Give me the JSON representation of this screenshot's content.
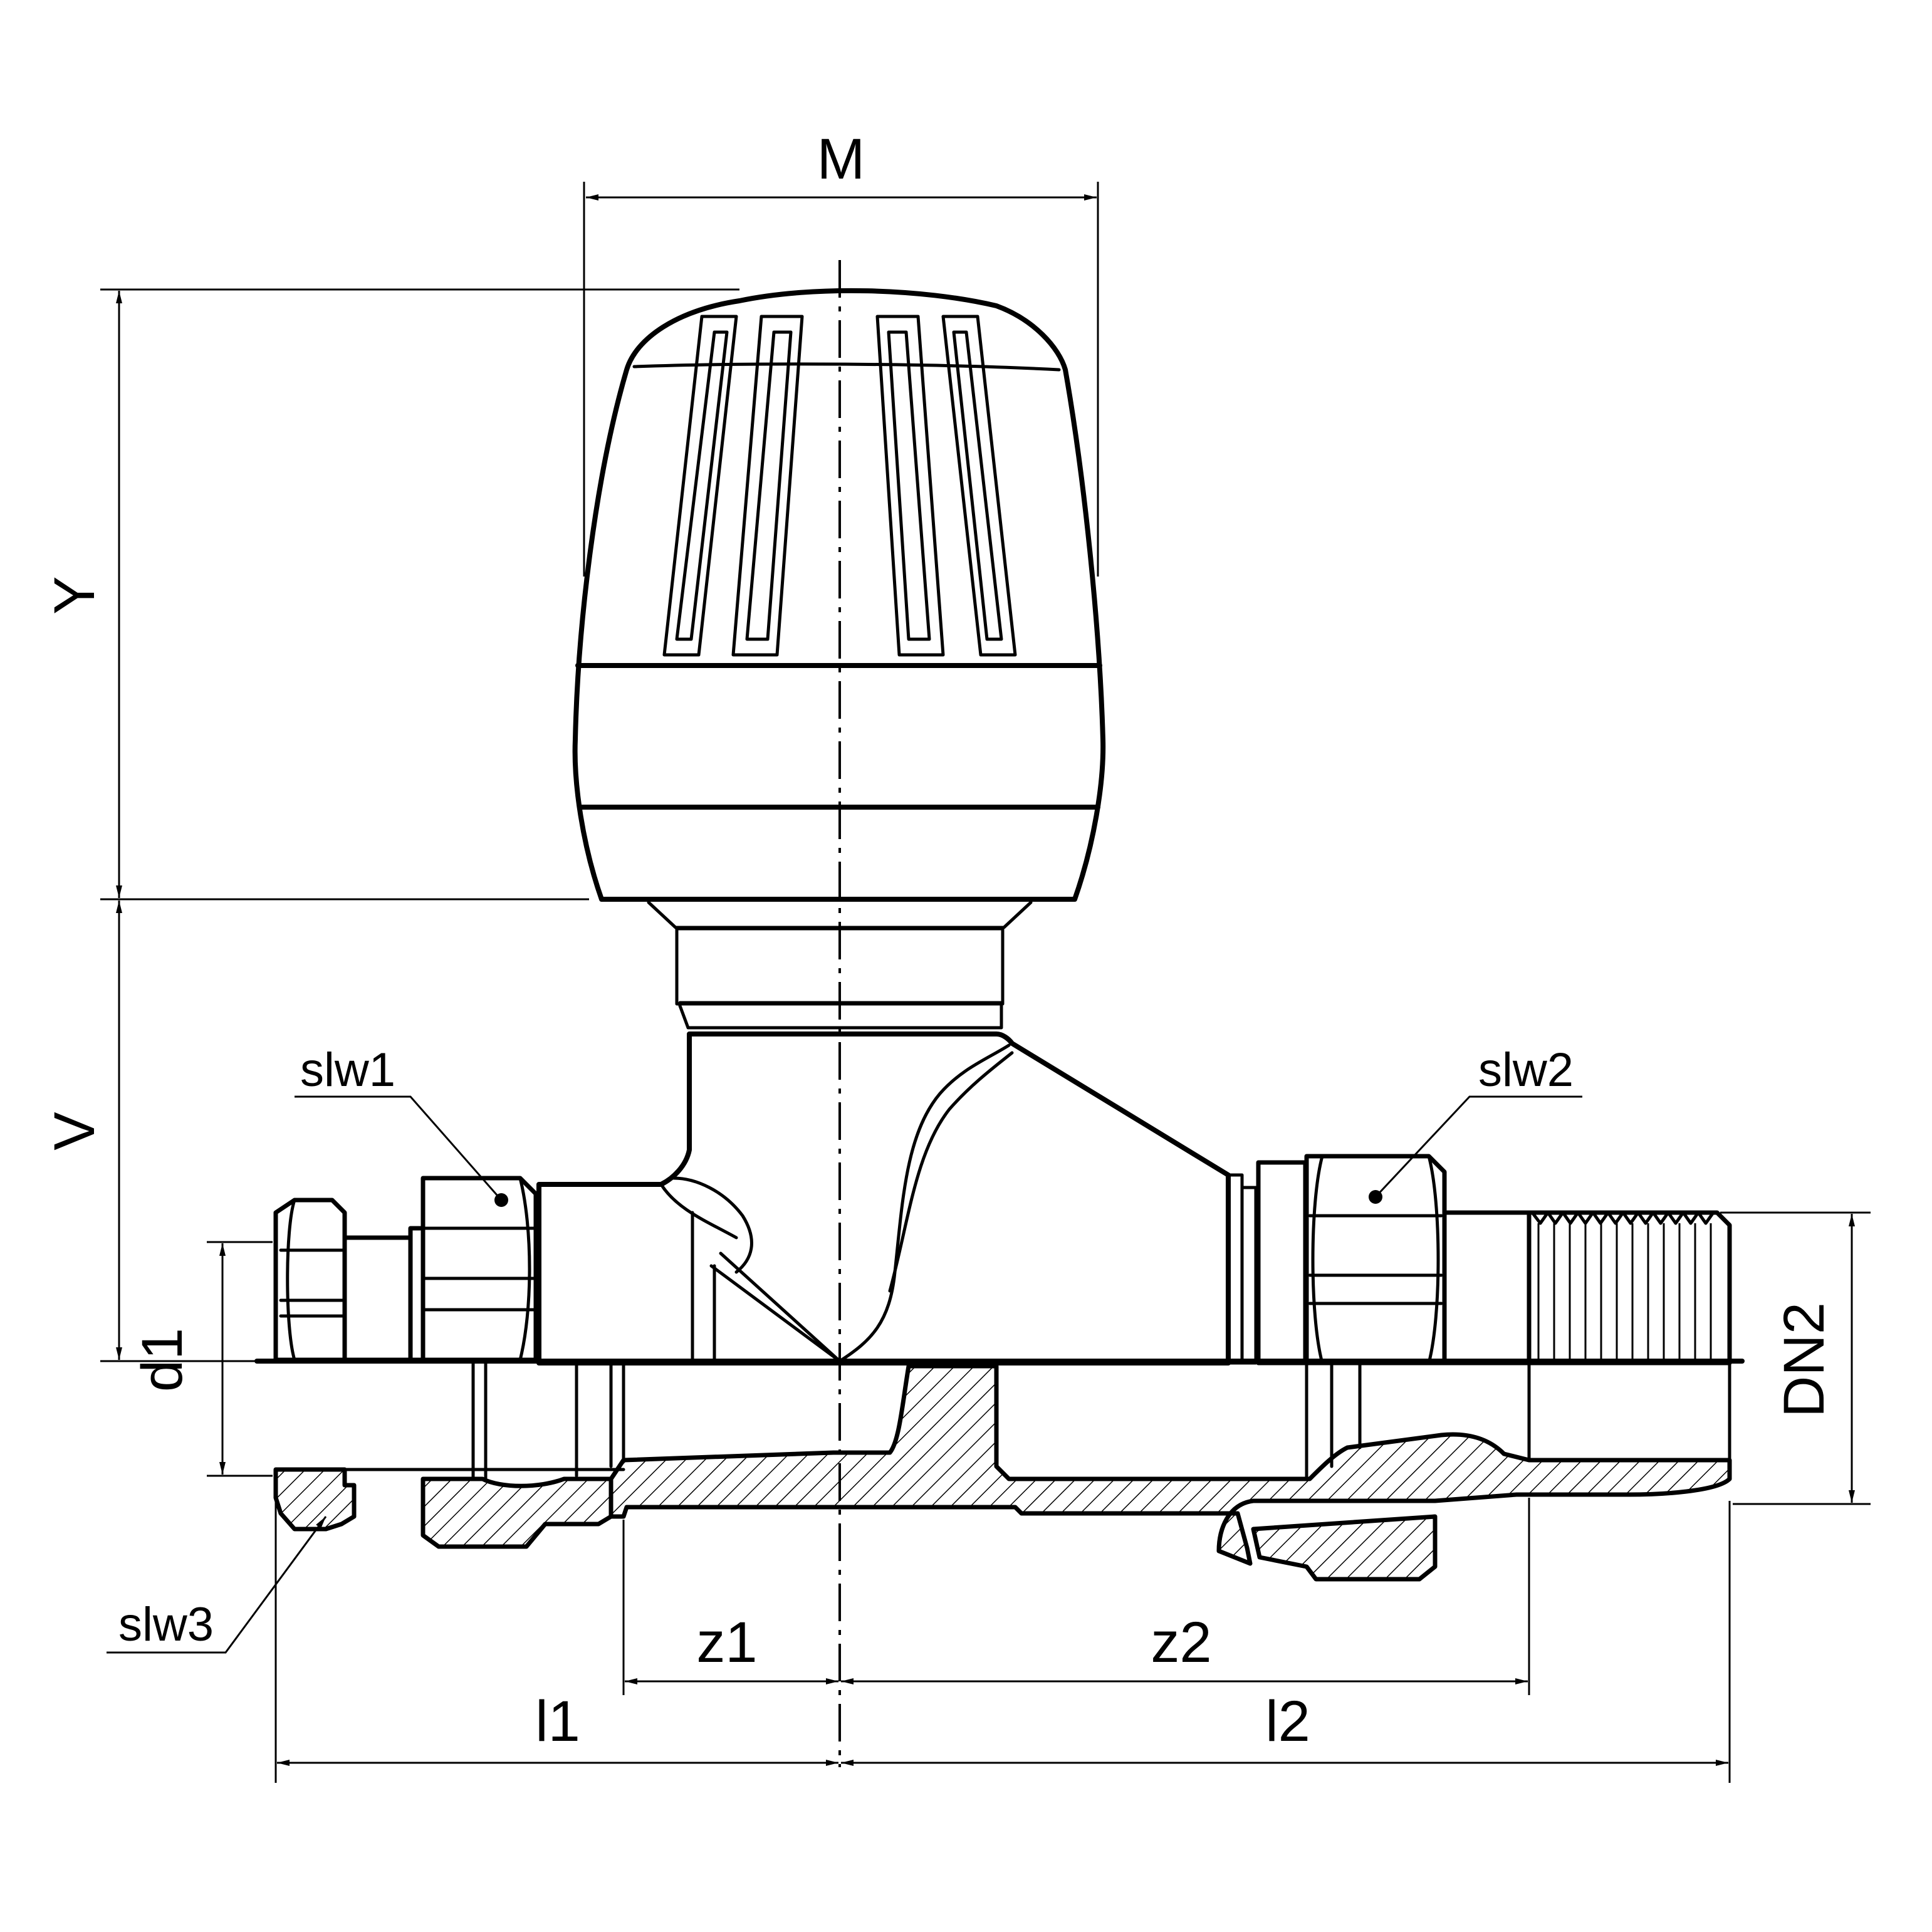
{
  "dimension_labels": {
    "M": "M",
    "Y": "Y",
    "V": "V",
    "d1": "d1",
    "DN2": "DN2",
    "z1": "z1",
    "z2": "z2",
    "l1": "l1",
    "l2": "l2"
  },
  "callouts": {
    "slw1": "slw1",
    "slw2": "slw2",
    "slw3": "slw3"
  }
}
